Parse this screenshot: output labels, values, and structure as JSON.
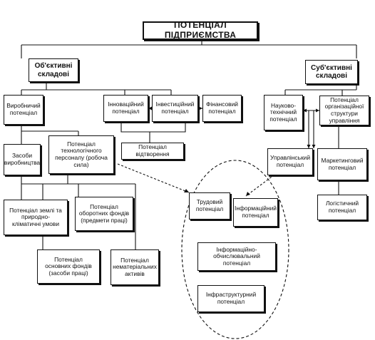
{
  "diagram": {
    "title": "ПОТЕНЦІАЛ ПІДПРИЄМСТВА",
    "objective": "Об'єктивні\nскладові",
    "subjective": "Суб'єктивні\nскладові",
    "production": "Виробничий\nпотенціал",
    "innovation": "Інноваційний\nпотенціал",
    "investment": "Інвестиційний\nпотенціал",
    "financial": "Фінансовий\nпотенціал",
    "reproduction": "Потенціал відтворення",
    "means": "Засоби\nвиробництва",
    "personnel": "Потенціал\nтехнологічного\nперсоналу (робоча сила)",
    "land": "Потенціал землі та\nприродно-\nкліматичні умови",
    "circulating": "Потенціал\nоборотних фондів\n(предмети праці)",
    "fixed": "Потенціал\nосновних фондів\n(засоби праці)",
    "intangible": "Потенціал\nнематеріальних\nактивів",
    "labor": "Трудовий\nпотенціал",
    "information": "Інформаційний\nпотенціал",
    "info_computing": "Інформаційно-\nобчислювальний потенціал",
    "infrastructure": "Інфраструктурний\nпотенціал",
    "scientific": "Науково-\nтехнічний\nпотенціал",
    "org_structure": "Потенціал\nорганізаційної\nструктури\nуправління",
    "management": "Управлінський\nпотенціал",
    "marketing": "Маркетинговий\nпотенціал",
    "logistics": "Логістичний\nпотенціал"
  }
}
